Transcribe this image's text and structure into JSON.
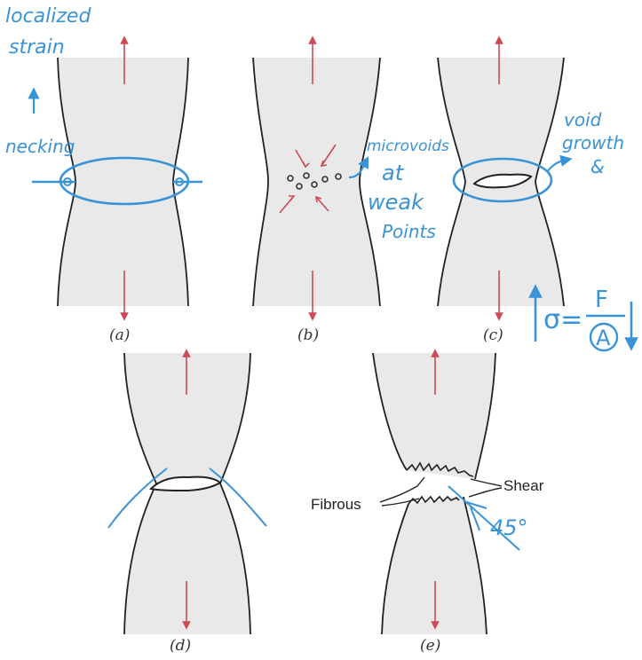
{
  "panels": [
    {
      "id": "a",
      "caption": "(a)"
    },
    {
      "id": "b",
      "caption": "(b)"
    },
    {
      "id": "c",
      "caption": "(c)"
    },
    {
      "id": "d",
      "caption": "(d)"
    },
    {
      "id": "e",
      "caption": "(e)"
    }
  ],
  "labels": {
    "fibrous": "Fibrous",
    "shear": "Shear"
  },
  "annotations": {
    "localized": "localized",
    "strain": "strain",
    "necking": "necking",
    "microvoids": "microvoids",
    "at": "at",
    "weak": "weak",
    "points": "Points",
    "void": "void",
    "growth": "growth",
    "amp": "&",
    "sigma": "σ=",
    "force": "F",
    "area": "A",
    "angle": "45°"
  },
  "colors": {
    "specimen_fill": "#e9e9e9",
    "outline": "#222222",
    "arrow": "#cc4a55",
    "annotation": "#3a93d6"
  }
}
